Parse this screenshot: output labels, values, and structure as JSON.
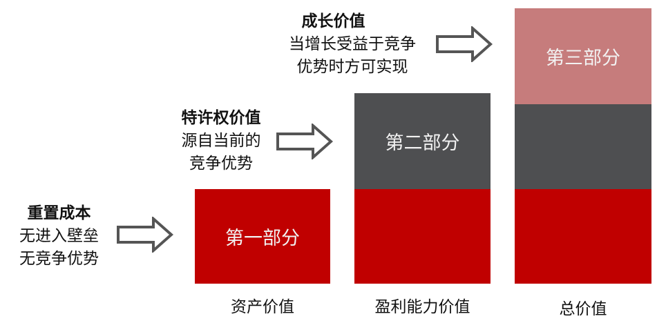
{
  "colors": {
    "part1": "#C00000",
    "part2": "#4E4F51",
    "part3": "#C67C7C",
    "arrow": "#555555"
  },
  "columns": [
    {
      "label": "资产价值",
      "part_label": "第一部分"
    },
    {
      "label": "盈利能力价值",
      "part_label": "第二部分"
    },
    {
      "label": "总价值",
      "part_label": "第三部分"
    }
  ],
  "annotations": [
    {
      "title": "重置成本",
      "lines": [
        "无进入壁垒",
        "无竞争优势"
      ],
      "icon": "right-arrow-icon"
    },
    {
      "title": "特许权价值",
      "lines": [
        "源自当前的",
        "竞争优势"
      ],
      "icon": "right-arrow-icon"
    },
    {
      "title": "成长价值",
      "lines": [
        "当增长受益于竞争",
        "优势时方可实现"
      ],
      "icon": "right-arrow-icon"
    }
  ]
}
